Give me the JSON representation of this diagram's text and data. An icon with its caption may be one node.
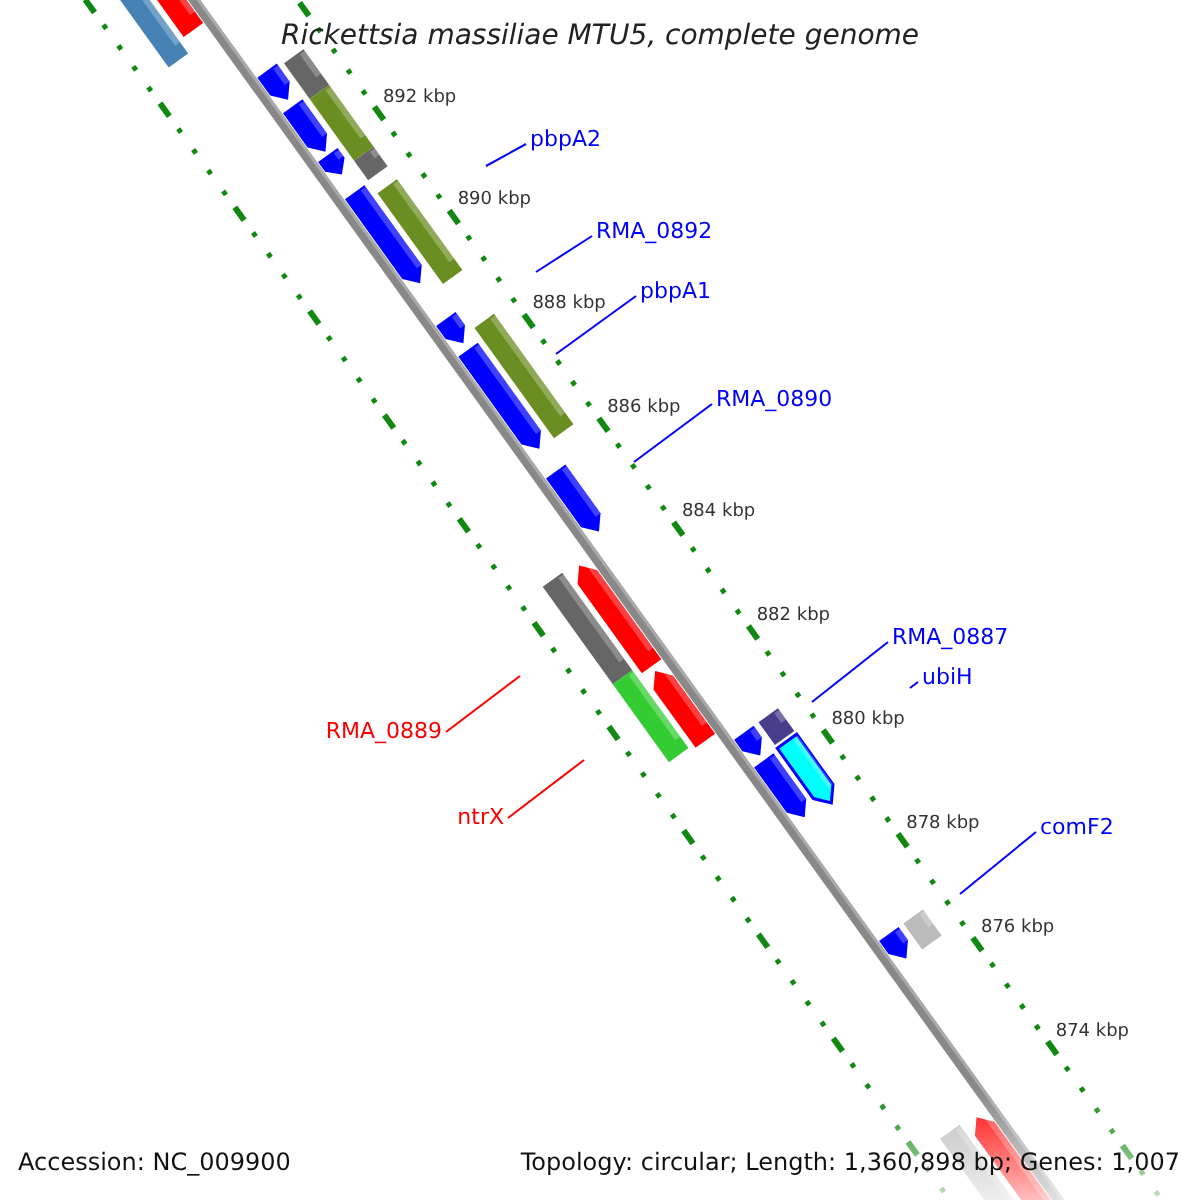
{
  "diagram": {
    "title": "Rickettsia massiliae MTU5, complete genome",
    "nodes": [
      {
        "text": [
          "pbpA2"
        ]
      },
      {
        "text": [
          "RMA_0892"
        ]
      },
      {
        "text": [
          "pbpA1"
        ]
      },
      {
        "text": [
          "RMA_0890"
        ]
      },
      {
        "text": [
          "RMA_0887"
        ]
      },
      {
        "text": [
          "ubiH"
        ]
      },
      {
        "text": [
          "RMA_0889"
        ]
      },
      {
        "text": [
          "ntrX"
        ]
      },
      {
        "text": [
          "comF2"
        ]
      }
    ],
    "edges": [
      {
        "from": 0,
        "to": null,
        "arrow": "none"
      },
      {
        "from": 1,
        "to": null,
        "arrow": "none"
      },
      {
        "from": 2,
        "to": null,
        "arrow": "none"
      },
      {
        "from": 3,
        "to": null,
        "arrow": "none"
      },
      {
        "from": 4,
        "to": null,
        "arrow": "none"
      },
      {
        "from": 5,
        "to": null,
        "arrow": "none"
      },
      {
        "from": 6,
        "to": null,
        "arrow": "none",
        "color": "#ff0000"
      },
      {
        "from": 7,
        "to": null,
        "arrow": "none",
        "color": "#ff0000"
      },
      {
        "from": 8,
        "to": null,
        "arrow": "none"
      }
    ],
    "labels": [
      "892 kbp",
      "890 kbp",
      "888 kbp",
      "886 kbp",
      "884 kbp",
      "882 kbp",
      "880 kbp",
      "878 kbp",
      "876 kbp",
      "874 kbp",
      "Accession: NC_009900",
      "Topology: circular; Length: 1,360,898 bp; Genes: 1,007"
    ]
  }
}
